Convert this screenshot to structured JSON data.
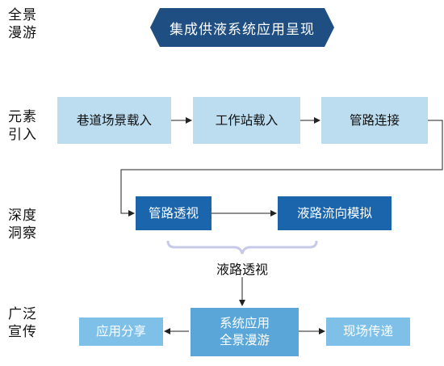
{
  "colors": {
    "light_box": "#bcdcf0",
    "dark_box": "#1b65ac",
    "mid_box": "#5aa6d8",
    "title_shape": "#1f4e82",
    "arrow": "#222222",
    "brace": "#c7c9e8"
  },
  "rows": [
    {
      "label": "全景\n漫游"
    },
    {
      "label": "元素\n引入"
    },
    {
      "label": "深度\n洞察"
    },
    {
      "label": "广泛\n宣传"
    }
  ],
  "title": "集成供液系统应用呈现",
  "stage1": [
    "巷道场景载入",
    "工作站载入",
    "管路连接"
  ],
  "stage2": [
    "管路透视",
    "液路流向模拟"
  ],
  "brace_caption": "液路透视",
  "stage3": {
    "center": "系统应用\n全景漫游",
    "left": "应用分享",
    "right": "现场传递"
  }
}
